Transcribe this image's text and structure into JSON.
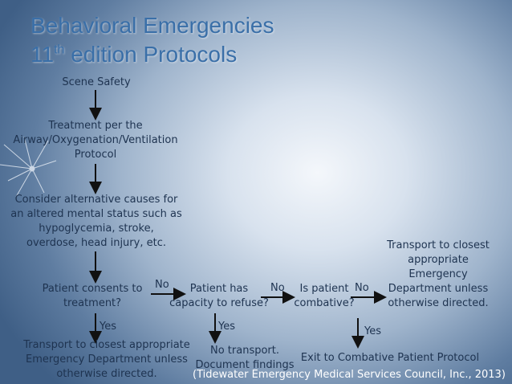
{
  "title": {
    "line1": "Behavioral Emergencies",
    "line2_num": "11",
    "line2_sup": "th",
    "line2_rest": "edition Protocols"
  },
  "nodes": {
    "scene_safety": "Scene Safety",
    "treatment": [
      "Treatment per the",
      "Airway/Oxygenation/Ventilation",
      "Protocol"
    ],
    "consider": [
      "Consider alternative causes for",
      "an altered mental status such as",
      "hypoglycemia, stroke,",
      "overdose, head injury, etc."
    ],
    "consents": [
      "Patient consents to",
      "treatment?"
    ],
    "capacity": [
      "Patient has",
      "capacity to refuse?"
    ],
    "combative": [
      "Is patient",
      "combative?"
    ],
    "transport_top": [
      "Transport to closest",
      "appropriate",
      "Emergency",
      "Department unless",
      "otherwise directed."
    ],
    "transport_bottom": [
      "Transport to closest appropriate",
      "Emergency Department unless",
      "otherwise directed."
    ],
    "no_transport": [
      "No transport.",
      "Document findings"
    ],
    "exit_combative": "Exit to Combative Patient Protocol"
  },
  "labels": {
    "no1": "No",
    "no2": "No",
    "no3": "No",
    "yes1": "Yes",
    "yes2": "Yes",
    "yes3": "Yes"
  },
  "citation": "(Tidewater Emergency Medical Services Council, Inc., 2013)"
}
